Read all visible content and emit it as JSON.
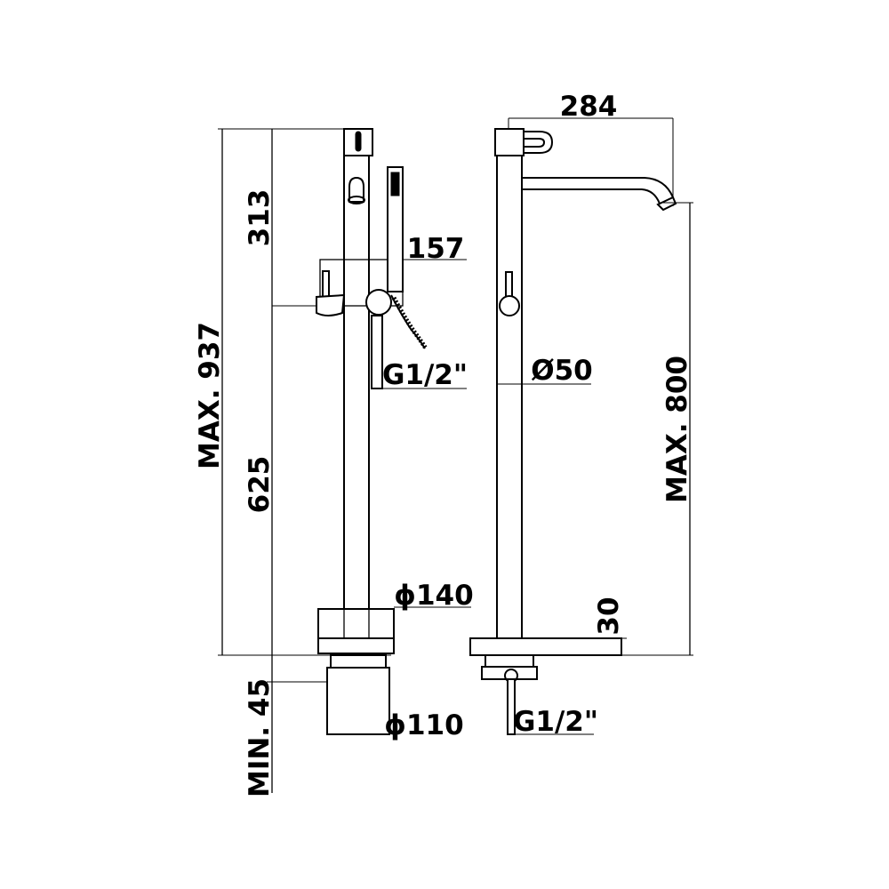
{
  "colors": {
    "line": "#000000",
    "background": "#ffffff"
  },
  "left_view": {
    "dim_overall": "MAX. 937",
    "dim_top": "313",
    "dim_lower": "625",
    "dim_min": "MIN. 45",
    "dim_offset": "157",
    "dim_hose_thread": "G1/2\"",
    "dim_base": "ϕ140",
    "dim_flange": "ϕ110"
  },
  "right_view": {
    "dim_reach": "284",
    "dim_pipe": "Ø50",
    "dim_spout_height": "MAX. 800",
    "dim_base_height": "30",
    "dim_thread": "G1/2\""
  }
}
